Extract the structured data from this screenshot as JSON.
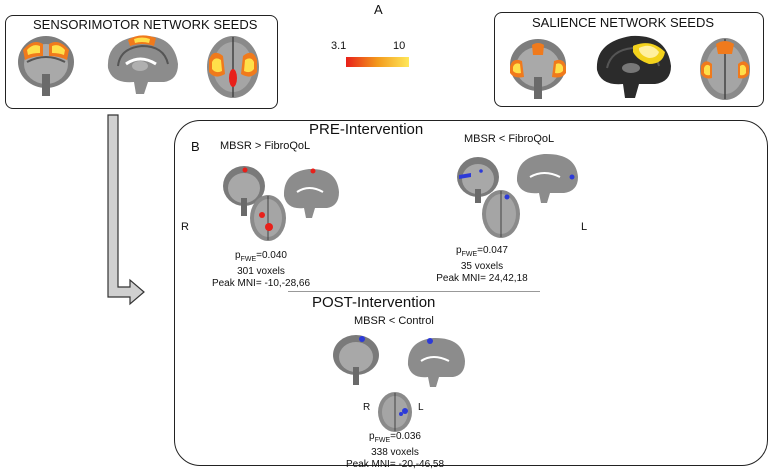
{
  "panel_a": {
    "label": "A",
    "sensorimotor_title": "SENSORIMOTOR NETWORK SEEDS",
    "salience_title": "SALIENCE NETWORK SEEDS",
    "colorbar": {
      "min": "3.1",
      "max": "10",
      "colors": [
        "#e8201a",
        "#f39a1c",
        "#ffe85a"
      ]
    }
  },
  "panel_b": {
    "label": "B",
    "pre_title": "PRE-Intervention",
    "post_title": "POST-Intervention",
    "left_marker": "R",
    "right_marker": "L",
    "pre_left": {
      "contrast": "MBSR > FibroQoL",
      "p_prefix": "p",
      "p_sub": "FWE",
      "p_value": "=0.040",
      "voxels": "301 voxels",
      "peak": "Peak MNI= -10,-28,66"
    },
    "pre_right": {
      "contrast": "MBSR < FibroQoL",
      "p_prefix": "p",
      "p_sub": "FWE",
      "p_value": "=0.047",
      "voxels": "35 voxels",
      "peak": "Peak MNI= 24,42,18"
    },
    "post": {
      "contrast": "MBSR < Control",
      "r_marker": "R",
      "l_marker": "L",
      "p_prefix": "p",
      "p_sub": "FWE",
      "p_value": "=0.036",
      "voxels": "338 voxels",
      "peak": "Peak MNI= -20,-46,58"
    }
  }
}
